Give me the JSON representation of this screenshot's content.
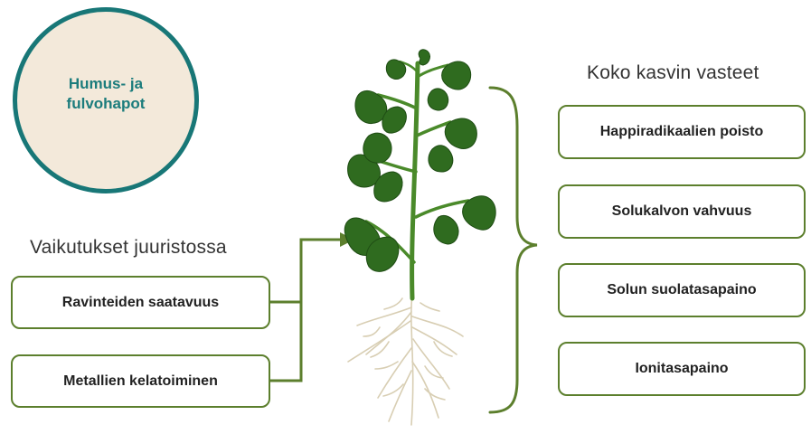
{
  "source": {
    "label": "Humus- ja\nfulvohapot"
  },
  "root_effects": {
    "heading": "Vaikutukset juuristossa",
    "items": [
      "Ravinteiden saatavuus",
      "Metallien kelatoiminen"
    ]
  },
  "plant_responses": {
    "heading": "Koko kasvin vasteet",
    "items": [
      "Happiradikaalien poisto",
      "Solukalvon vahvuus",
      "Solun suolatasapaino",
      "Ionitasapaino"
    ]
  },
  "colors": {
    "circle_fill": "#f3e9da",
    "circle_border": "#187777",
    "circle_text": "#1b7c7c",
    "box_border": "#5c7f2d",
    "connector": "#5c7f2d",
    "leaf": "#2f6b1f",
    "stem": "#4a8a2a",
    "root": "#d8ceb3"
  },
  "icons": {
    "plant": "plant-illustration-icon",
    "arrow": "arrow-right-icon",
    "brace": "curly-brace-icon"
  }
}
